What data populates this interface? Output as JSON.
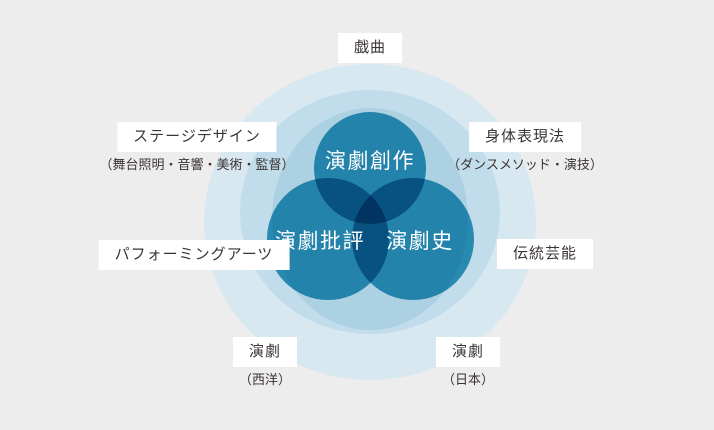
{
  "venn": {
    "top_circle": "演劇創作",
    "left_circle": "演劇批評",
    "right_circle": "演劇史"
  },
  "labels": {
    "top": {
      "title": "戯曲"
    },
    "upper_left": {
      "title": "ステージデザイン",
      "subtitle": "（舞台照明・音響・美術・監督）"
    },
    "upper_right": {
      "title": "身体表現法",
      "subtitle": "（ダンスメソッド・演技）"
    },
    "mid_left": {
      "title": "パフォーミングアーツ"
    },
    "mid_right": {
      "title": "伝統芸能"
    },
    "bottom_left": {
      "title": "演劇",
      "subtitle": "（西洋）"
    },
    "bottom_right": {
      "title": "演劇",
      "subtitle": "（日本）"
    }
  },
  "colors": {
    "background": "#ededee",
    "ring_outer": "#d8e8f1",
    "ring_middle": "#c1dcea",
    "ring_inner": "#abd1e2",
    "circle_base": "#33a0c1",
    "circle_visible": "#1f82aa",
    "overlap_visible": "#13618f",
    "label_text": "#3b3434",
    "label_background": "#ffffff",
    "circle_text": "#ffffff"
  }
}
